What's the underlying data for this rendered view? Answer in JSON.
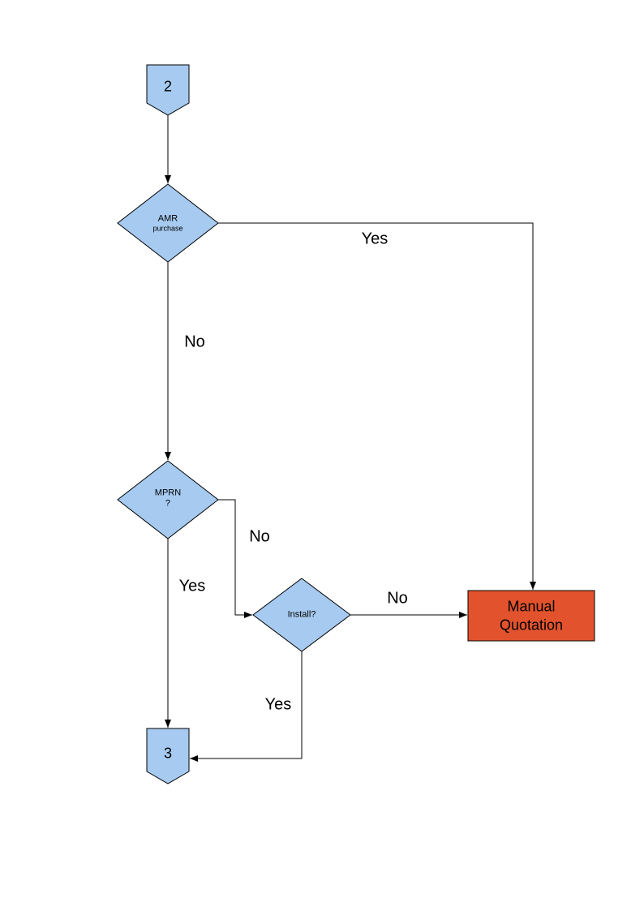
{
  "diagram": {
    "type": "flowchart",
    "nodes": {
      "connector_top": {
        "label": "2"
      },
      "amr": {
        "line1": "AMR",
        "line2": "purchase"
      },
      "mprn": {
        "line1": "MPRN",
        "line2": "?"
      },
      "install": {
        "label": "Install?"
      },
      "manual_quotation": {
        "label": "Manual Quotation"
      },
      "connector_bottom": {
        "label": "3"
      }
    },
    "edges": {
      "amr_yes": "Yes",
      "amr_no": "No",
      "mprn_no": "No",
      "mprn_yes": "Yes",
      "install_no": "No",
      "install_yes": "Yes"
    },
    "colors": {
      "node_fill": "#A6CAF0",
      "manual_fill": "#E2532D",
      "stroke": "#000000",
      "background": "#FFFFFF"
    }
  }
}
